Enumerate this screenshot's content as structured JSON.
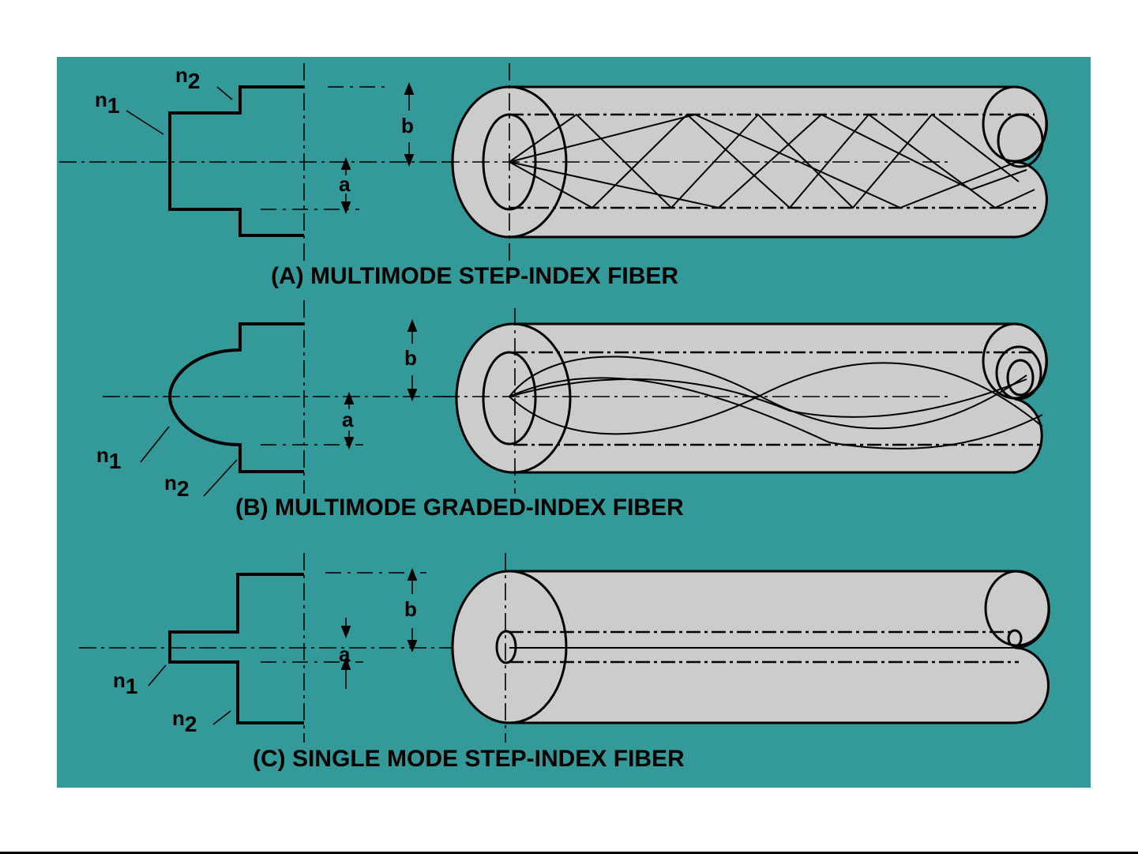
{
  "colors": {
    "background": "#339999",
    "fiber": "#cccccc"
  },
  "panels": [
    {
      "caption": "(A) MULTIMODE STEP-INDEX FIBER",
      "n1": "n",
      "n1_sub": "1",
      "n2": "n",
      "n2_sub": "2",
      "a": "a",
      "b": "b"
    },
    {
      "caption": "(B) MULTIMODE GRADED-INDEX FIBER",
      "n1": "n",
      "n1_sub": "1",
      "n2": "n",
      "n2_sub": "2",
      "a": "a",
      "b": "b"
    },
    {
      "caption": "(C) SINGLE MODE STEP-INDEX FIBER",
      "n1": "n",
      "n1_sub": "1",
      "n2": "n",
      "n2_sub": "2",
      "a": "a",
      "b": "b"
    }
  ]
}
